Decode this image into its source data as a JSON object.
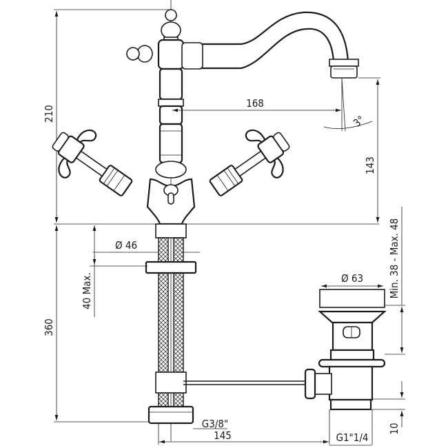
{
  "drawing": {
    "dimensions": {
      "overall_height": "210",
      "spout_reach": "168",
      "spout_angle": "3°",
      "spout_height": "143",
      "base_diameter": "Ø 46",
      "max_deck_thickness": "40 Max.",
      "hose_length": "360",
      "drain_diameter": "Ø 63",
      "drain_thickness_range": "Min. 38 - Max. 48",
      "inlet_thread": "G3/8\"",
      "drain_offset": "145",
      "drain_thread": "G1\"1/4",
      "drain_thread_length": "10"
    }
  }
}
